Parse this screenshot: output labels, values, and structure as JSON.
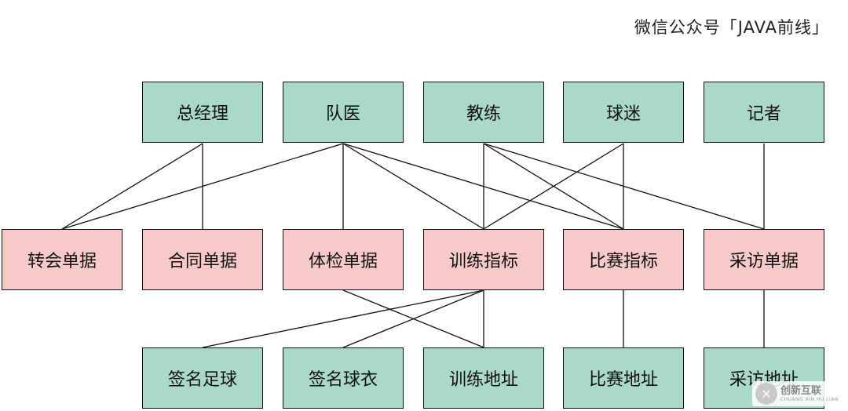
{
  "watermark": "微信公众号「JAVA前线」",
  "roles": {
    "general_manager": "总经理",
    "team_doctor": "队医",
    "coach": "教练",
    "fan": "球迷",
    "reporter": "记者"
  },
  "documents": {
    "transfer_form": "转会单据",
    "contract_form": "合同单据",
    "physical_exam_form": "体检单据",
    "training_metrics": "训练指标",
    "match_metrics": "比赛指标",
    "interview_form": "采访单据"
  },
  "details": {
    "signed_football": "签名足球",
    "signed_jersey": "签名球衣",
    "training_address": "训练地址",
    "match_address": "比赛地址",
    "interview_address": "采访地址"
  },
  "logo": {
    "text": "创新互联",
    "subtext": "CHUANG XIN HU LIAN",
    "mark": "✕"
  },
  "colors": {
    "green": "#aad9c8",
    "pink": "#f8c9c9",
    "border": "#111111"
  }
}
